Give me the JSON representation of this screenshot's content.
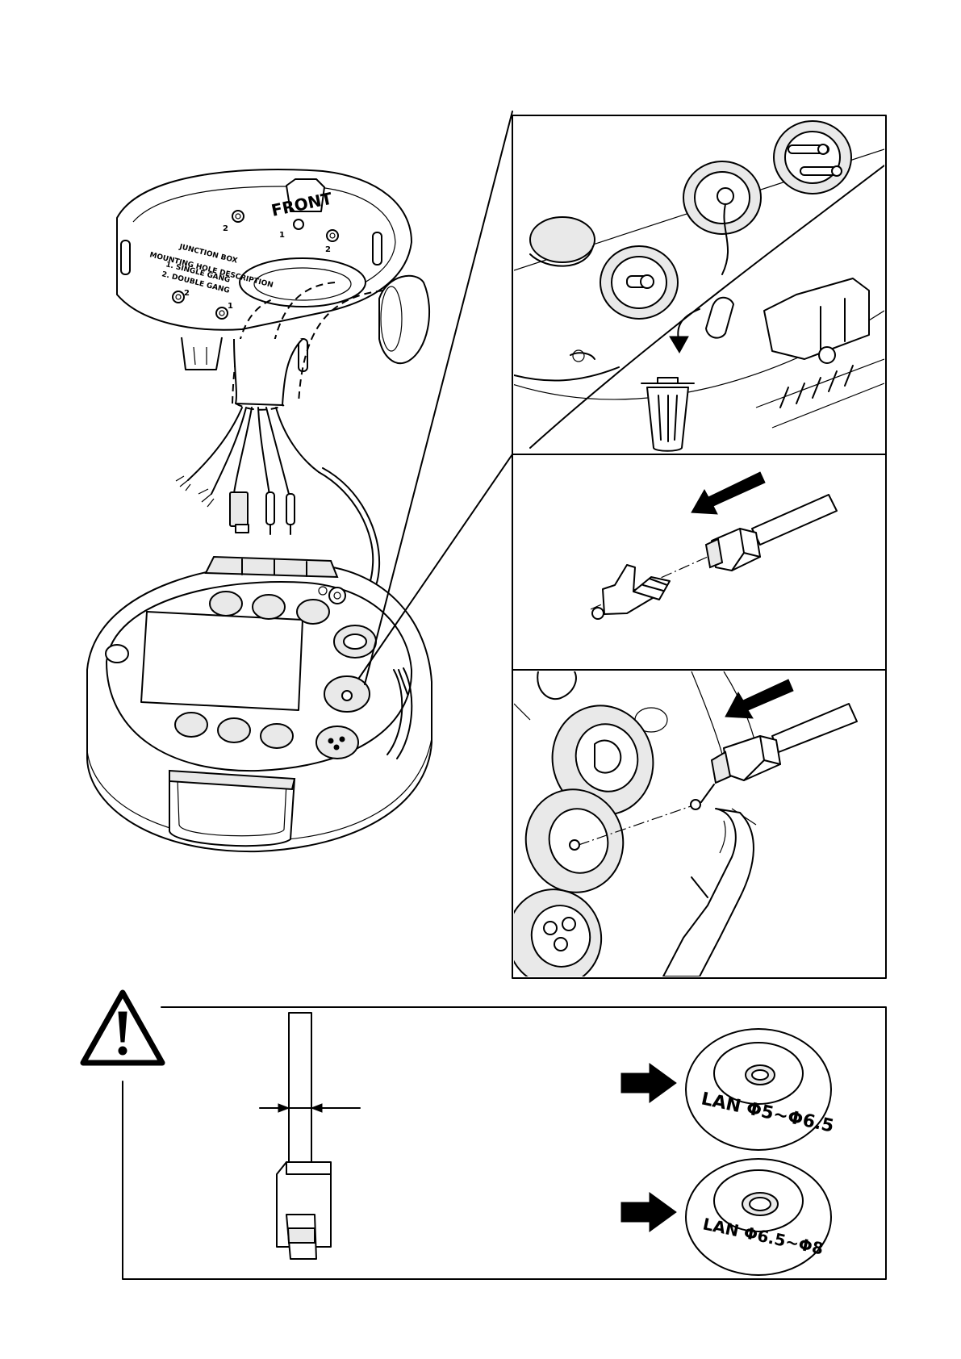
{
  "figure": {
    "bracket": {
      "label_front": "FRONT",
      "title": "JUNCTION BOX",
      "subtitle": "MOUNTING HOLE DESCRIPTION",
      "line1": "1. SINGLE GANG",
      "line2": "2. DOUBLE GANG",
      "hole_numbers": [
        "2",
        "1",
        "2",
        "2",
        "1"
      ]
    },
    "grommet_small": {
      "label": "LAN Φ5~Φ6.5"
    },
    "grommet_large": {
      "label": "LAN Φ6.5~Φ8"
    }
  },
  "icons": {
    "warning": "warning-triangle-icon",
    "trash": "trash-bin-icon",
    "arrow": "arrow-icon"
  },
  "colors": {
    "line": "#000000",
    "background": "#ffffff",
    "shade": "#e9e9e9"
  }
}
